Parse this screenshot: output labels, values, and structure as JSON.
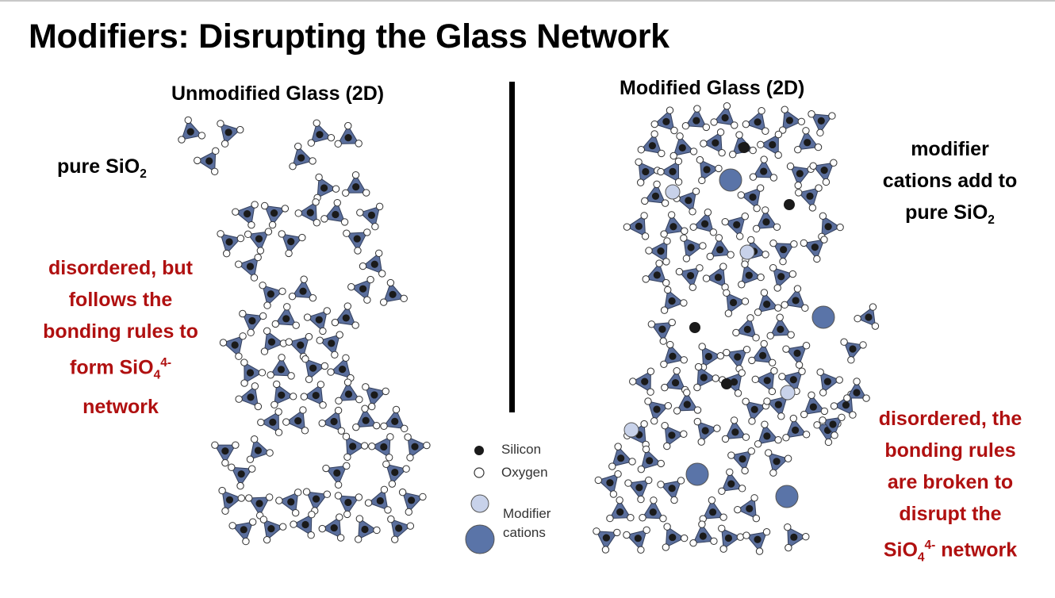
{
  "title": "Modifiers: Disrupting the Glass Network",
  "left_panel": {
    "heading": "Unmodified Glass (2D)",
    "label_pre": "pure SiO",
    "label_sub": "2",
    "desc_lines": [
      "disordered, but",
      "follows the",
      "bonding rules to"
    ],
    "desc_form_pre": "form SiO",
    "desc_form_sub": "4",
    "desc_form_sup": "4-",
    "desc_last": "network"
  },
  "right_panel": {
    "heading": "Modified Glass (2D)",
    "label_lines": [
      "modifier",
      "cations add to"
    ],
    "label_pure_pre": "pure SiO",
    "label_pure_sub": "2",
    "desc_lines": [
      "disordered, the",
      "bonding rules",
      "are broken to",
      "disrupt the"
    ],
    "desc_last_pre": "SiO",
    "desc_last_sub": "4",
    "desc_last_sup": "4-",
    "desc_last_post": " network"
  },
  "legend": {
    "silicon": "Silicon",
    "oxygen": "Oxygen",
    "modifier_1": "Modifier",
    "modifier_2": "cations"
  },
  "colors": {
    "tetrahedron": "#5a6e9c",
    "silicon": "#1a1a1a",
    "oxygen": "#ffffff",
    "modifier_small": "#c8d2ea",
    "modifier_large": "#5a74a8",
    "red_text": "#b01010"
  }
}
